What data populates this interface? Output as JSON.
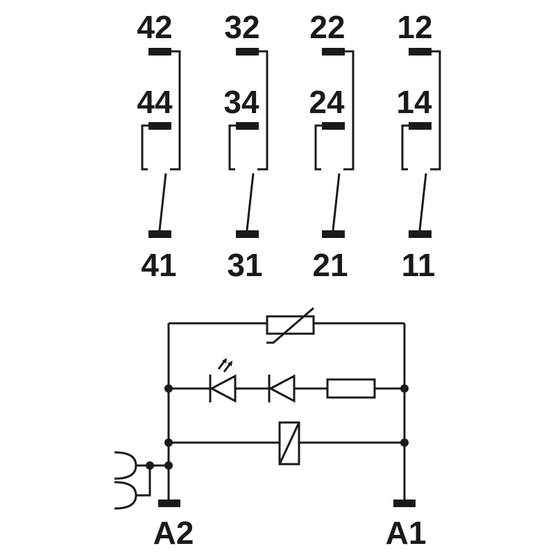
{
  "contacts": [
    {
      "nc_label": "42",
      "no_label": "44",
      "com_label": "41"
    },
    {
      "nc_label": "32",
      "no_label": "34",
      "com_label": "31"
    },
    {
      "nc_label": "22",
      "no_label": "24",
      "com_label": "21"
    },
    {
      "nc_label": "12",
      "no_label": "14",
      "com_label": "11"
    }
  ],
  "coil": {
    "left_label": "A2",
    "right_label": "A1"
  },
  "colors": {
    "line": "#1a1a1a",
    "background": "#ffffff"
  }
}
